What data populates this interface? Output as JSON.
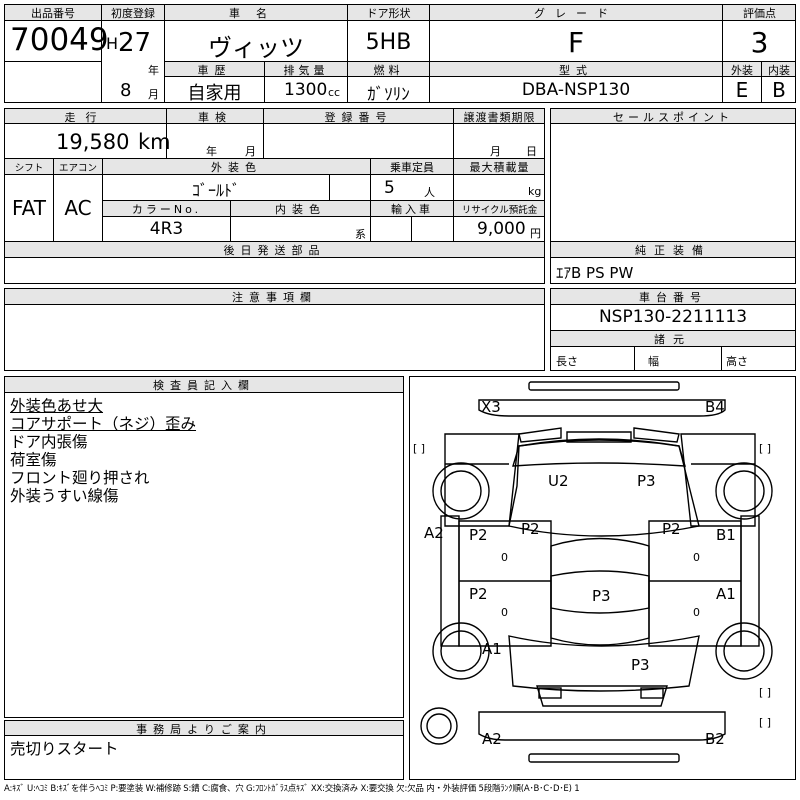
{
  "top": {
    "h_lot": "出品番号",
    "h_first_reg": "初度登録",
    "h_car_name": "車名",
    "h_door": "ドア形状",
    "h_grade": "グレード",
    "h_score": "評価点",
    "lot": "70049",
    "era": "H",
    "year": "27",
    "year_unit": "年",
    "month": "8",
    "month_unit": "月",
    "car_name": "ヴィッツ",
    "door": "5HB",
    "grade": "F",
    "score": "3",
    "h_history": "車歴",
    "h_displacement": "排気量",
    "h_fuel": "燃料",
    "h_model": "型式",
    "h_exterior": "外装",
    "h_interior": "内装",
    "history": "自家用",
    "displacement": "1300",
    "displacement_unit": "cc",
    "fuel": "ｶﾞｿﾘﾝ",
    "model": "DBA-NSP130",
    "exterior": "E",
    "interior": "B"
  },
  "mid": {
    "h_mileage": "走行",
    "h_inspection": "車検",
    "h_reg_no": "登録番号",
    "h_transfer": "譲渡書類期限",
    "h_sales": "セールスポイント",
    "mileage": "19,580",
    "mileage_unit": "km",
    "insp_year": "年",
    "insp_month": "月",
    "transfer_month": "月",
    "transfer_day": "日",
    "h_shift": "シフト",
    "h_aircon": "エアコン",
    "h_ext_color": "外装色",
    "h_capacity": "乗車定員",
    "h_max_load": "最大積載量",
    "shift": "FAT",
    "aircon": "AC",
    "ext_color": "ｺﾞｰﾙﾄﾞ",
    "capacity": "5",
    "capacity_unit": "人",
    "load_unit": "kg",
    "h_color_no": "カラーNo.",
    "h_int_color": "内装色",
    "h_import": "輸入車",
    "h_recycle": "リサイクル預託金",
    "color_no": "4R3",
    "int_color_unit": "系",
    "recycle": "9,000",
    "recycle_unit": "円",
    "h_later": "後日発送部品",
    "h_equip": "純正装備",
    "equip": "ｴｱB PS PW"
  },
  "notes": {
    "h_notes": "注意事項欄",
    "h_chassis": "車台番号",
    "chassis": "NSP130-2211113",
    "h_dims": "諸元",
    "h_length": "長さ",
    "h_width": "幅",
    "h_height": "高さ"
  },
  "inspector": {
    "h_title": "検査員記入欄",
    "lines": [
      "外装色あせ大",
      "コアサポート（ネジ）歪み",
      "ドア内張傷",
      "荷室傷",
      "フロント廻り押され",
      "外装うすい線傷"
    ]
  },
  "office": {
    "h_title": "事務局よりご案内",
    "text": "売切りスタート"
  },
  "diagram": {
    "labels": [
      "X3",
      "B4",
      "U2",
      "P3",
      "A2",
      "P2",
      "P2",
      "P2",
      "B1",
      "P2",
      "P3",
      "A1",
      "A1",
      "P3",
      "A2",
      "B2"
    ],
    "brackets": "[ ]",
    "zeros": "0"
  },
  "legend": "A:ｷｽﾞ U:ﾍｺﾐ B:ｷｽﾞを伴うﾍｺﾐ P:要塗装 W:補修跡 S:錆 C:腐食、穴 G:ﾌﾛﾝﾄｶﾞﾗｽ点ｷｽﾞ XX:交換済み X:要交換 欠:欠品 内・外装評価 5段階ﾗﾝｸ順(A･B･C･D･E) 1"
}
